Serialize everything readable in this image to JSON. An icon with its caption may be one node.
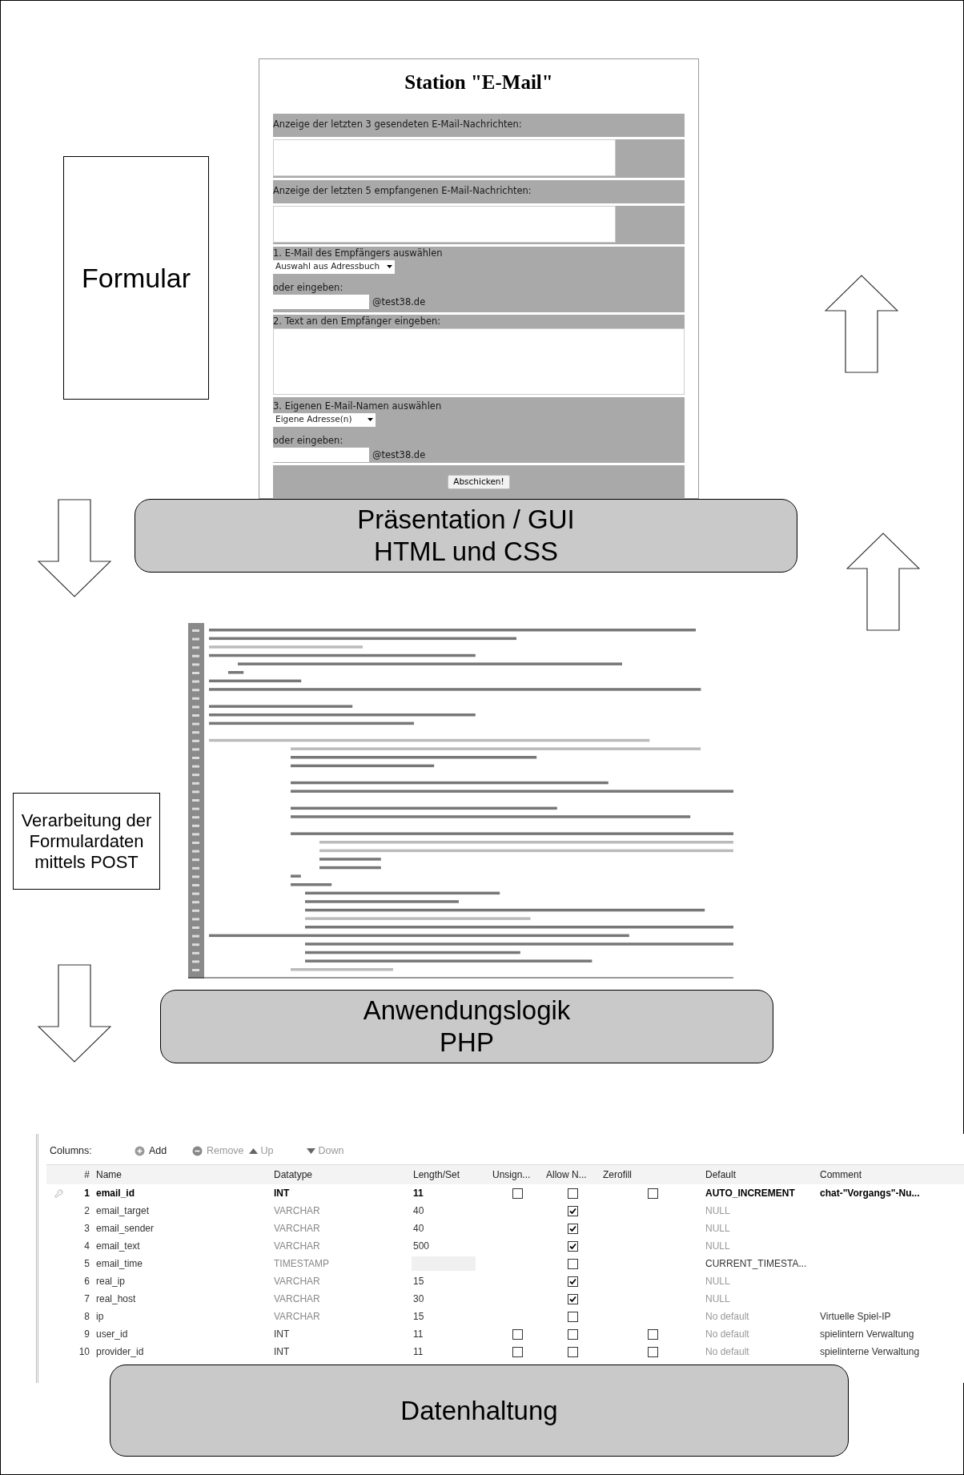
{
  "diagram": {
    "nodes": [
      {
        "text": [
          "Formular"
        ]
      },
      {
        "text": [
          "Präsentation / GUI",
          "HTML und CSS"
        ]
      },
      {
        "text": [
          "Verarbeitung der Formulardaten mittels POST"
        ]
      },
      {
        "text": [
          "Anwendungslogik",
          "PHP"
        ]
      },
      {
        "text": [
          "Datenhaltung"
        ]
      }
    ],
    "labels": [
      "Station \"E-Mail\"",
      "Anzeige der letzten 3 gesendeten E-Mail-Nachrichten:",
      "Anzeige der letzten 5 empfangenen E-Mail-Nachrichten:",
      "1. E-Mail des Empfängers auswählen",
      "Auswahl aus Adressbuch",
      "oder eingeben:",
      "@test38.de",
      "2. Text an den Empfänger eingeben:",
      "3. Eigenen E-Mail-Namen auswählen",
      "Eigene Adresse(n)",
      "oder eingeben:",
      "@test38.de",
      "Abschicken!",
      "Columns:",
      "Add",
      "Remove",
      "Up",
      "Down",
      "#",
      "Name",
      "Datatype",
      "Length/Set",
      "Unsign...",
      "Allow N...",
      "Zerofill",
      "Default",
      "Comment",
      "1",
      "email_id",
      "INT",
      "11",
      "AUTO_INCREMENT",
      "chat-\"Vorgangs\"-Nu...",
      "2",
      "email_target",
      "VARCHAR",
      "40",
      "NULL",
      "3",
      "email_sender",
      "VARCHAR",
      "40",
      "NULL",
      "4",
      "email_text",
      "VARCHAR",
      "500",
      "NULL",
      "5",
      "email_time",
      "TIMESTAMP",
      "CURRENT_TIMESTA...",
      "6",
      "real_ip",
      "VARCHAR",
      "15",
      "NULL",
      "7",
      "real_host",
      "VARCHAR",
      "30",
      "NULL",
      "8",
      "ip",
      "VARCHAR",
      "15",
      "No default",
      "Virtuelle Spiel-IP",
      "9",
      "user_id",
      "INT",
      "11",
      "No default",
      "spielintern Verwaltung",
      "10",
      "provider_id",
      "INT",
      "11",
      "No default",
      "spielinterne Verwaltung"
    ]
  }
}
